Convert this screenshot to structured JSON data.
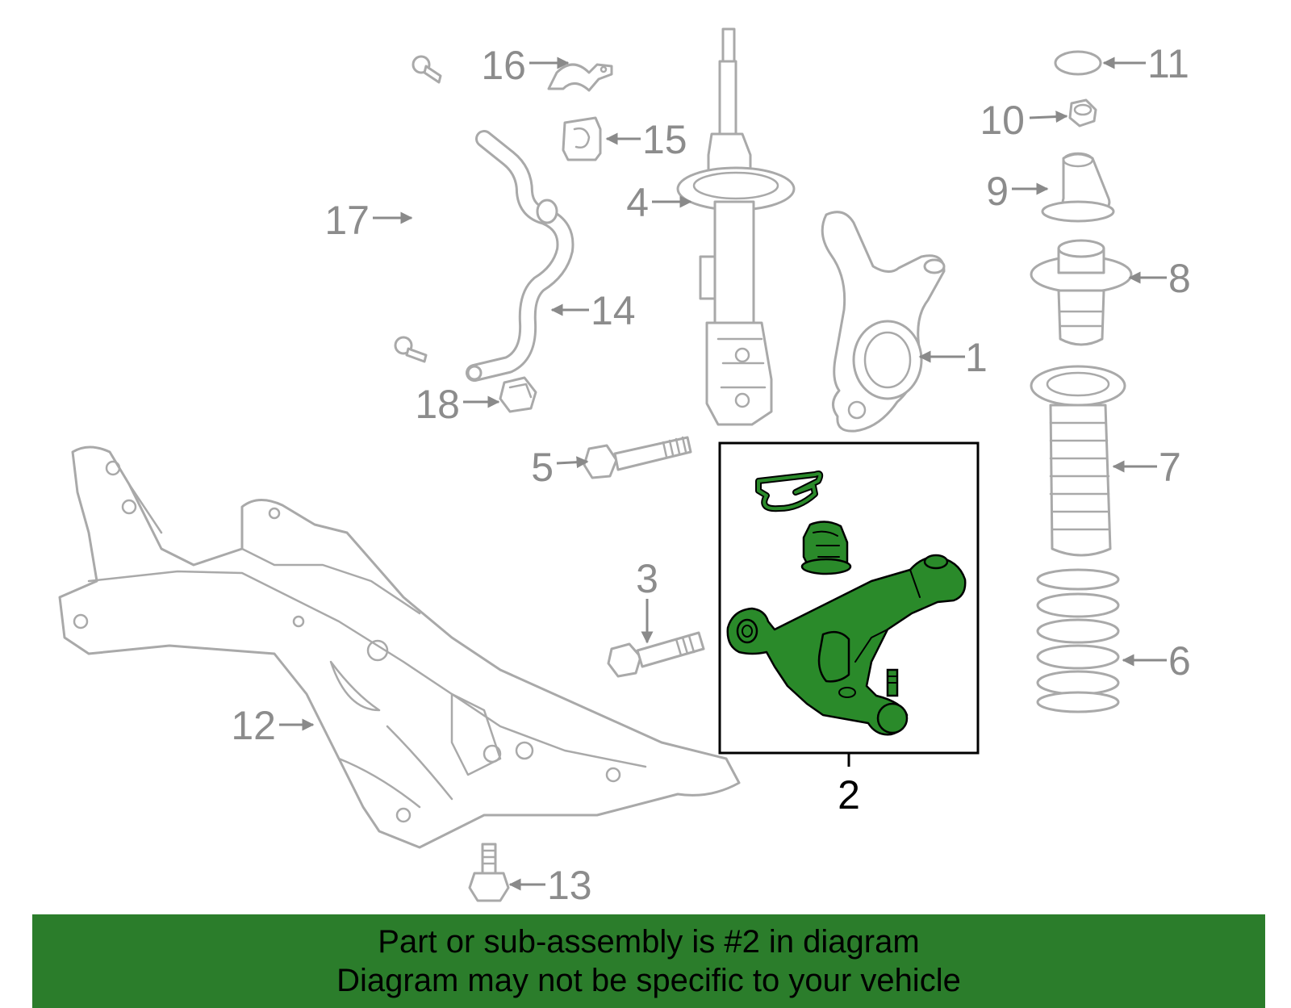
{
  "callouts": [
    {
      "num": "1"
    },
    {
      "num": "2"
    },
    {
      "num": "3"
    },
    {
      "num": "4"
    },
    {
      "num": "5"
    },
    {
      "num": "6"
    },
    {
      "num": "7"
    },
    {
      "num": "8"
    },
    {
      "num": "9"
    },
    {
      "num": "10"
    },
    {
      "num": "11"
    },
    {
      "num": "12"
    },
    {
      "num": "13"
    },
    {
      "num": "14"
    },
    {
      "num": "15"
    },
    {
      "num": "16"
    },
    {
      "num": "17"
    },
    {
      "num": "18"
    }
  ],
  "highlighted_part": "2",
  "colors": {
    "highlight": "#2a8a2a",
    "banner": "#2b7d2b",
    "part_outline": "#a9a9a9",
    "callout_text": "#8c8c8c"
  },
  "banner": {
    "line1": "Part or sub-assembly is #2 in diagram",
    "line2": "Diagram may not be specific to your vehicle"
  }
}
